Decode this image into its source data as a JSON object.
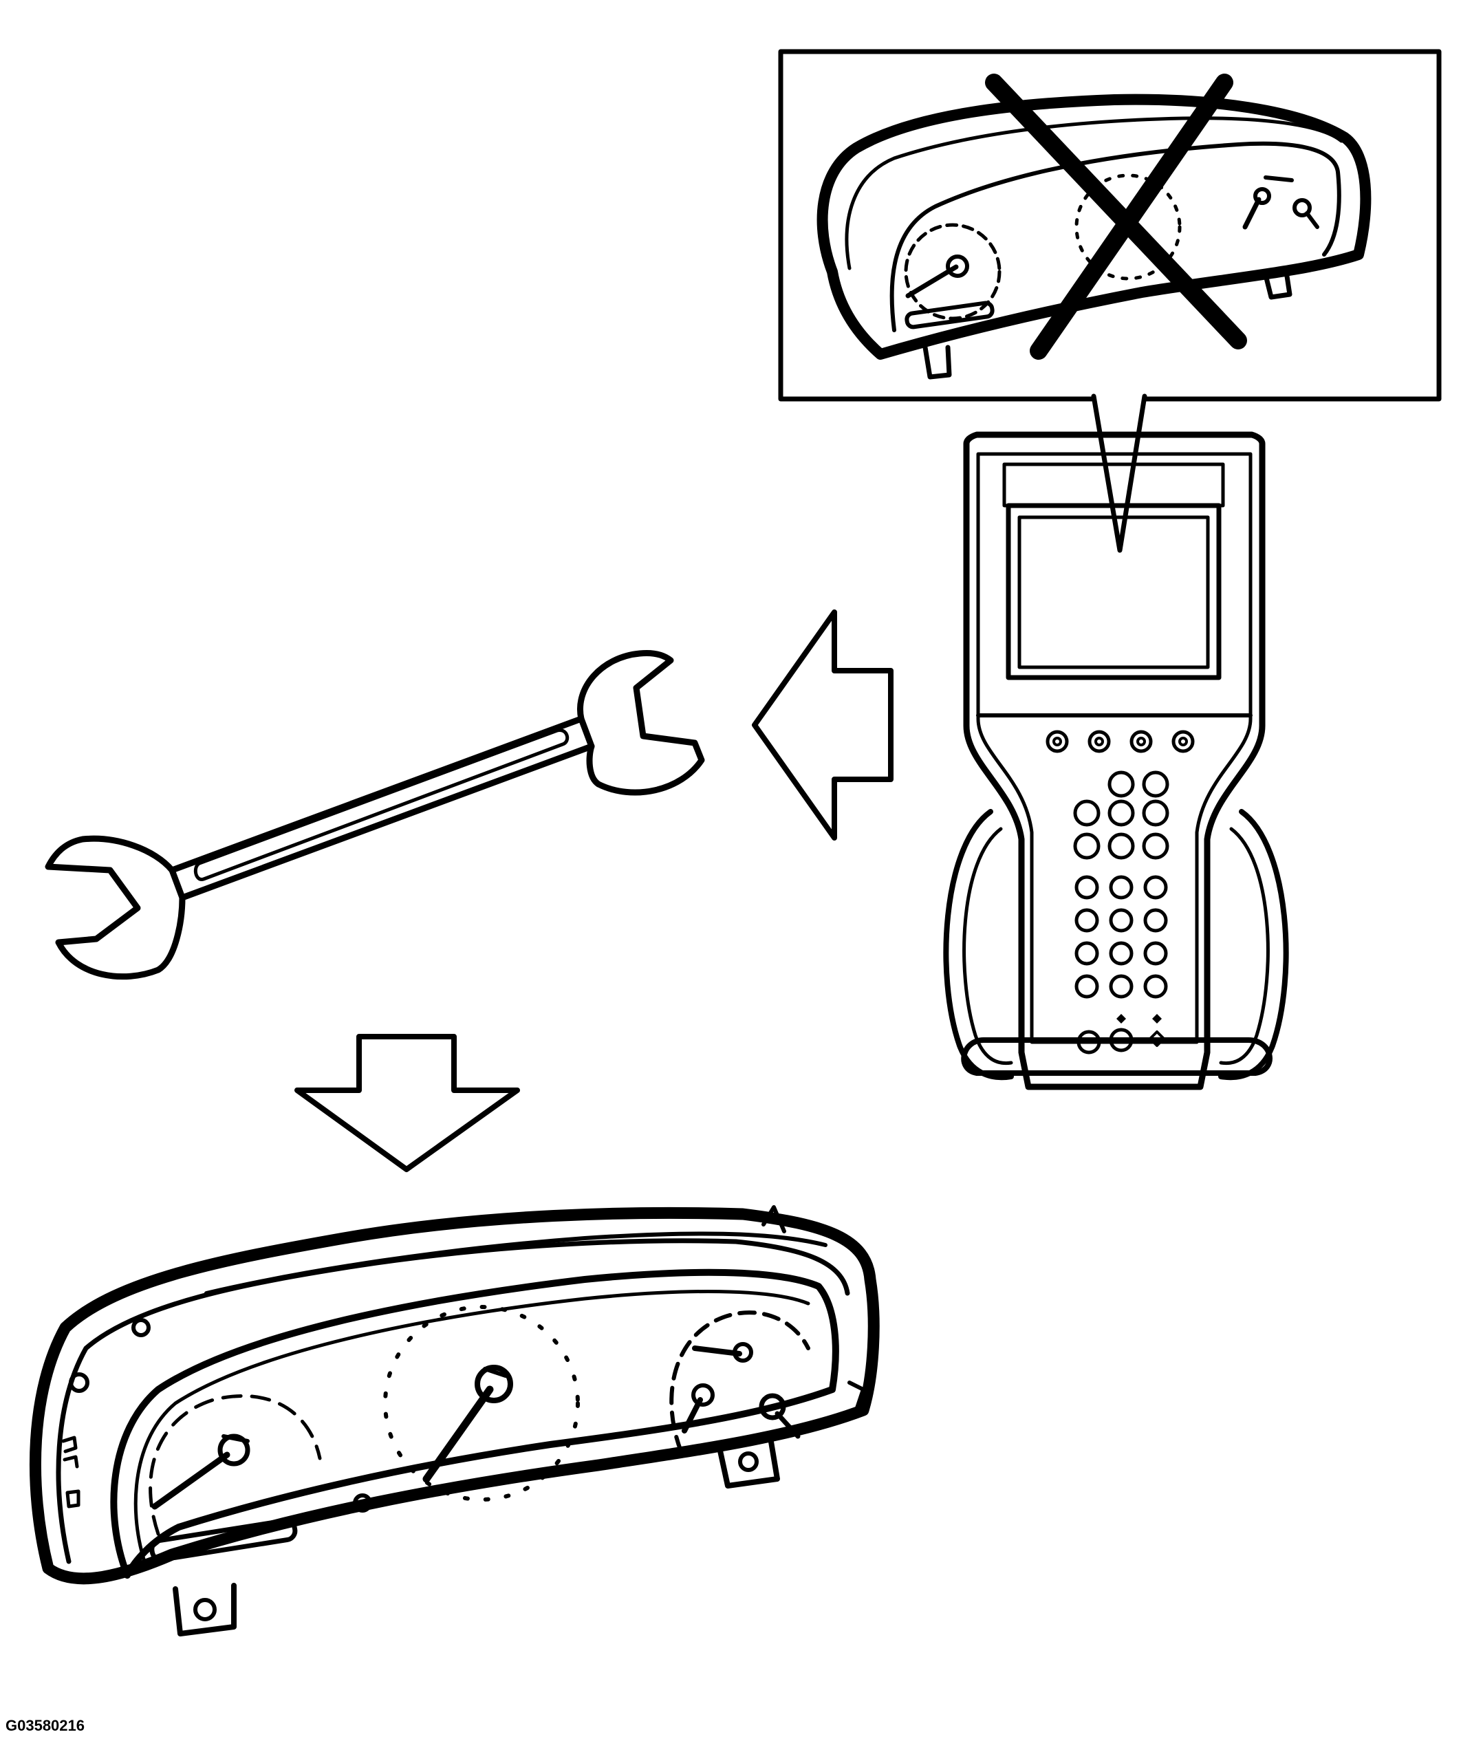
{
  "figure_code": "G03580216",
  "colors": {
    "ink": "#000000",
    "background": "#ffffff"
  },
  "elements": {
    "callout": "cluster-image-crossed-out",
    "scan_tool": "handheld-scan-tool",
    "arrows": [
      "left-arrow",
      "down-arrow"
    ],
    "wrench": "open-end-wrench",
    "cluster": "instrument-cluster"
  }
}
